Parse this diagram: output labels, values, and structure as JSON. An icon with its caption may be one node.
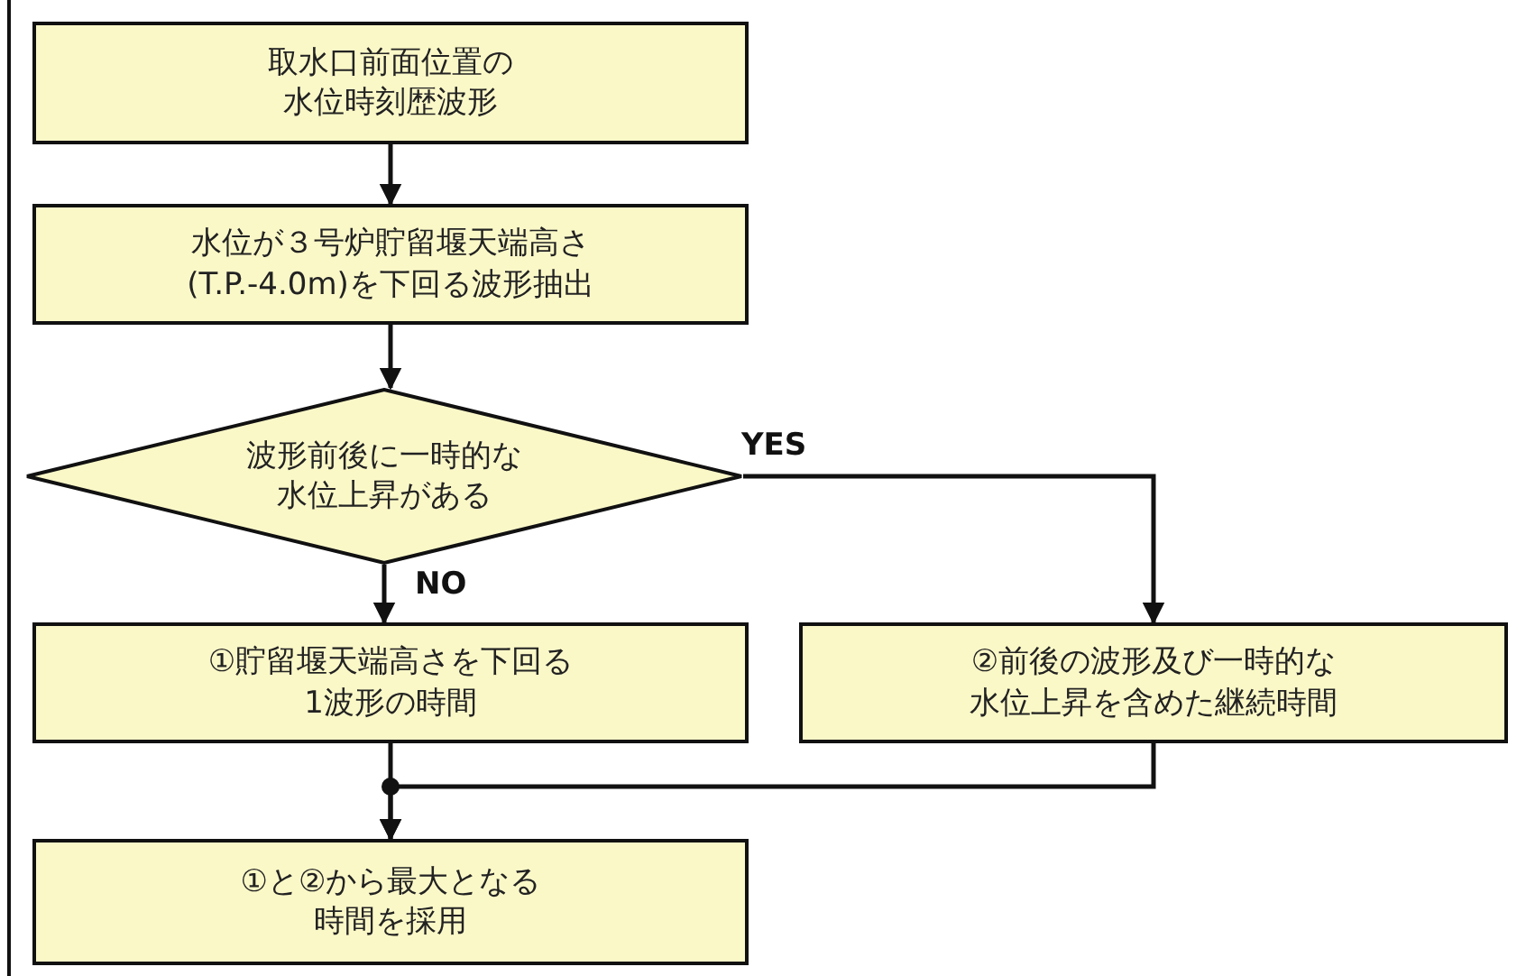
{
  "diagram": {
    "nodes": [
      {
        "text": [
          "取水口前面位置の水位時刻歴波形"
        ]
      },
      {
        "text": [
          "水位が３号炉貯留堰天端高さ(T.P.-4.0m)を下回る波形抽出"
        ]
      },
      {
        "text": [
          "波形前後に一時的な水位上昇がある"
        ]
      },
      {
        "text": [
          "①貯留堰天端高さを下回る 1波形の時間"
        ]
      },
      {
        "text": [
          "②前後の波形及び一時的な水位上昇を含めた継続時間"
        ]
      },
      {
        "text": [
          "①と②から最大となる時間を採用"
        ]
      }
    ],
    "edges": [
      {
        "from": 0,
        "to": 1,
        "arrow": "to"
      },
      {
        "from": 1,
        "to": 2,
        "arrow": "to"
      },
      {
        "from": 2,
        "to": 3,
        "arrow": "to",
        "label": "NO"
      },
      {
        "from": 2,
        "to": 4,
        "arrow": "to",
        "label": "YES"
      },
      {
        "from": 3,
        "to": 5,
        "arrow": "to"
      },
      {
        "from": 4,
        "to": 5,
        "arrow": "to"
      }
    ]
  }
}
